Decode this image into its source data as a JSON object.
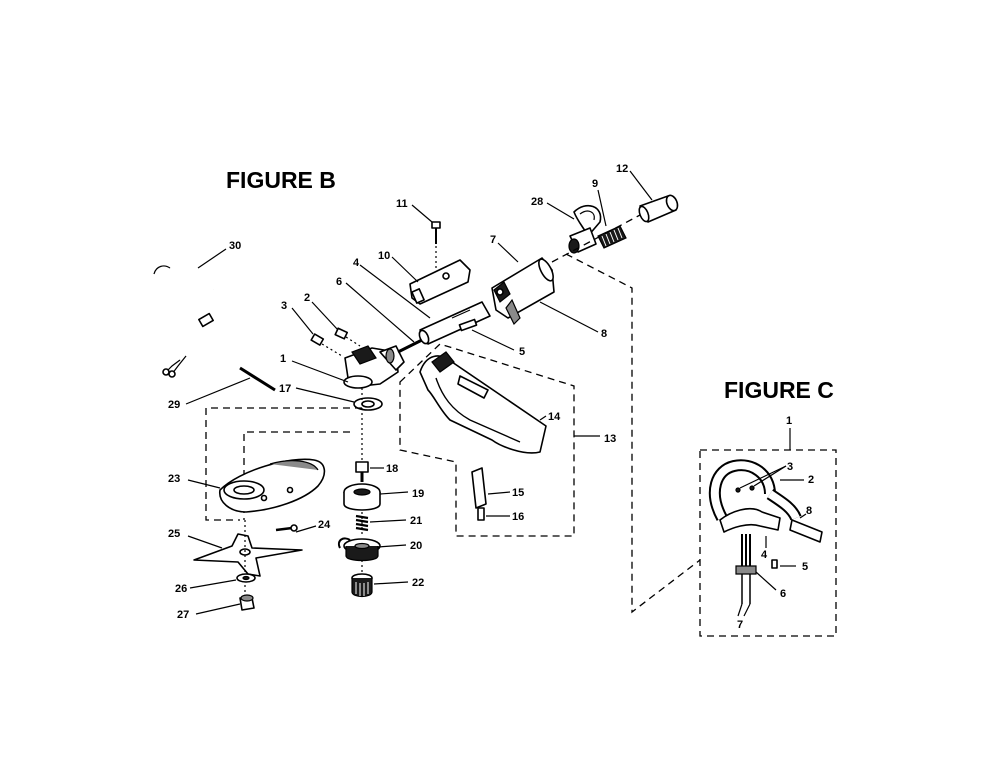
{
  "figure_b": {
    "title": "FIGURE B",
    "labels": {
      "p1": "1",
      "p2": "2",
      "p3": "3",
      "p4": "4",
      "p5": "5",
      "p6": "6",
      "p7": "7",
      "p8": "8",
      "p9": "9",
      "p10": "10",
      "p11": "11",
      "p12": "12",
      "p13": "13",
      "p14": "14",
      "p15": "15",
      "p16": "16",
      "p17": "17",
      "p18": "18",
      "p19": "19",
      "p20": "20",
      "p21": "21",
      "p22": "22",
      "p23": "23",
      "p24": "24",
      "p25": "25",
      "p26": "26",
      "p27": "27",
      "p28": "28",
      "p29": "29",
      "p30": "30"
    }
  },
  "figure_c": {
    "title": "FIGURE C",
    "labels": {
      "p1": "1",
      "p2": "2",
      "p3": "3",
      "p4": "4",
      "p5": "5",
      "p6": "6",
      "p7": "7",
      "p8": "8"
    }
  }
}
